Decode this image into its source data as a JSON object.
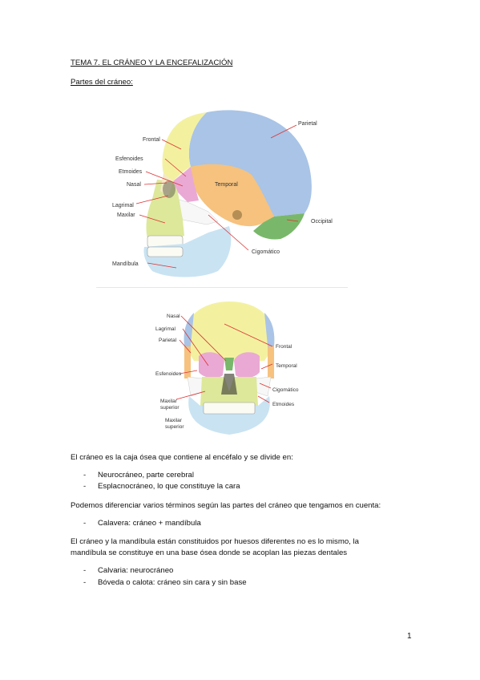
{
  "heading": "TEMA 7. EL CRÁNEO Y LA ENCEFALIZACIÓN",
  "subheading": "Partes del cráneo:",
  "lateral_labels": {
    "frontal": "Frontal",
    "esfenoides": "Esfenoides",
    "etmoides": "Etmoides",
    "nasal": "Nasal",
    "lagrimal": "Lagrimal",
    "maxilar": "Maxilar",
    "mandibula": "Mandíbula",
    "parietal": "Parietal",
    "temporal": "Temporal",
    "occipital": "Occipital",
    "cigomatico": "Cigomático"
  },
  "frontal_labels": {
    "nasal": "Nasal",
    "lagrimal": "Lagrimal",
    "parietal": "Parietal",
    "esfenoides": "Esfenoides",
    "maxilar_superior_1": "Maxilar",
    "maxilar_superior_2": "superior",
    "maxilar_inferior_1": "Maxilar",
    "maxilar_inferior_2": "superior",
    "frontal": "Frontal",
    "temporal": "Temporal",
    "cigomatico": "Cigomático",
    "etmoides": "Etmoides"
  },
  "paragraph1": "El cráneo es la caja ósea que contiene al encéfalo y se divide en:",
  "list1": [
    "Neurocráneo, parte cerebral",
    "Esplacnocráneo, lo que constituye la cara"
  ],
  "paragraph2": "Podemos diferenciar varios términos según las partes del cráneo que tengamos en cuenta:",
  "list2": [
    "Calavera: cráneo + mandíbula"
  ],
  "paragraph3_line1": "El cráneo y la mandíbula están constituidos por huesos diferentes no es lo mismo, la",
  "paragraph3_line2": "mandíbula se constituye en una base ósea donde se acoplan las piezas dentales",
  "list3": [
    "Calvaria: neurocráneo",
    "Bóveda o calota: cráneo sin cara y sin base"
  ],
  "page_number": "1",
  "bullet": "-",
  "colors": {
    "parietal": "#a9c4e6",
    "frontal": "#f3f1a0",
    "temporal": "#f6c27e",
    "occipital": "#79b86a",
    "mandible": "#c9e3f2",
    "maxilla": "#dde89a",
    "sphenoid": "#eaa9d4",
    "zygomatic": "#ffffff",
    "ethmoid": "#8ccf87"
  }
}
